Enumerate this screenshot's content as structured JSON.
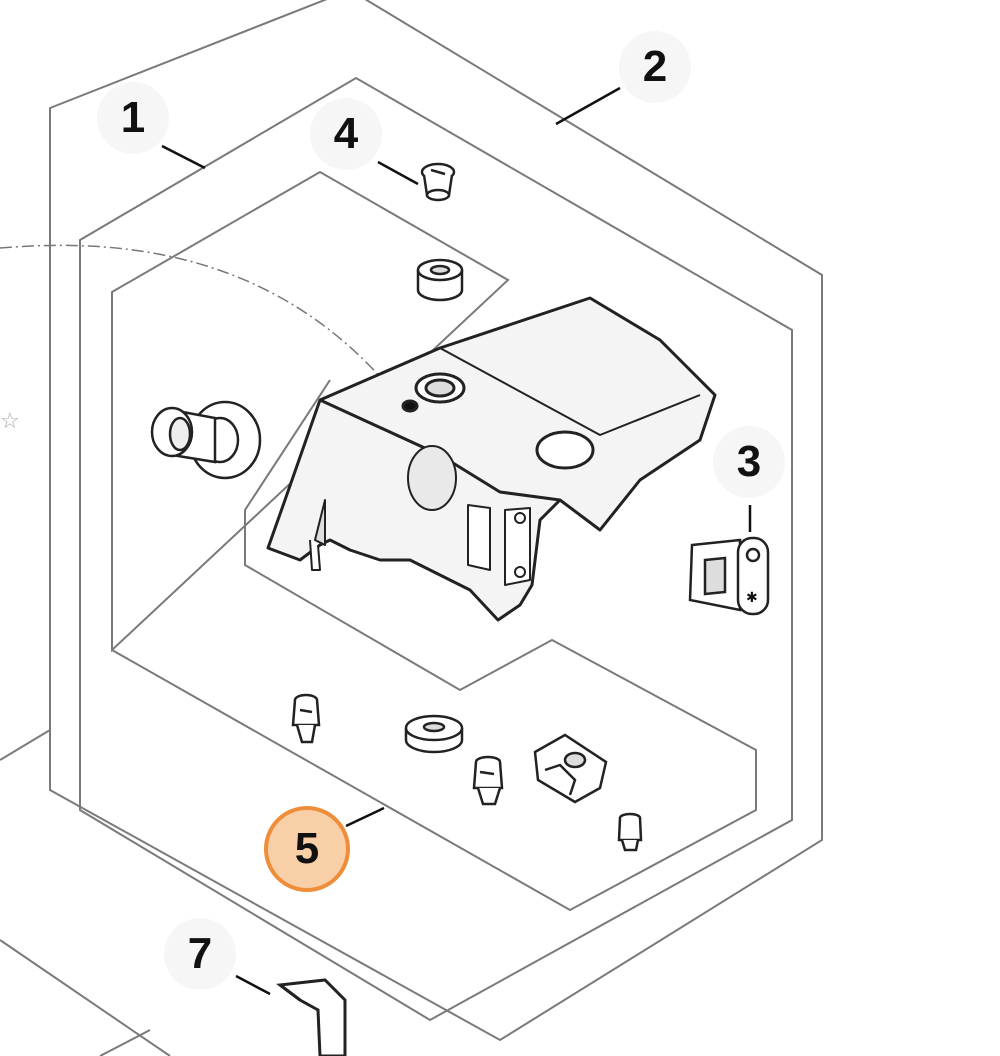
{
  "diagram": {
    "callouts": [
      {
        "id": "1",
        "label": "1",
        "active": false
      },
      {
        "id": "2",
        "label": "2",
        "active": false
      },
      {
        "id": "3",
        "label": "3",
        "active": false
      },
      {
        "id": "4",
        "label": "4",
        "active": false
      },
      {
        "id": "5",
        "label": "5",
        "active": true
      },
      {
        "id": "7",
        "label": "7",
        "active": false
      }
    ],
    "colors": {
      "outline": "#7a7a7a",
      "part_stroke": "#222222",
      "active_fill": "#f9cfa8",
      "active_border": "#ee8d3a"
    }
  }
}
